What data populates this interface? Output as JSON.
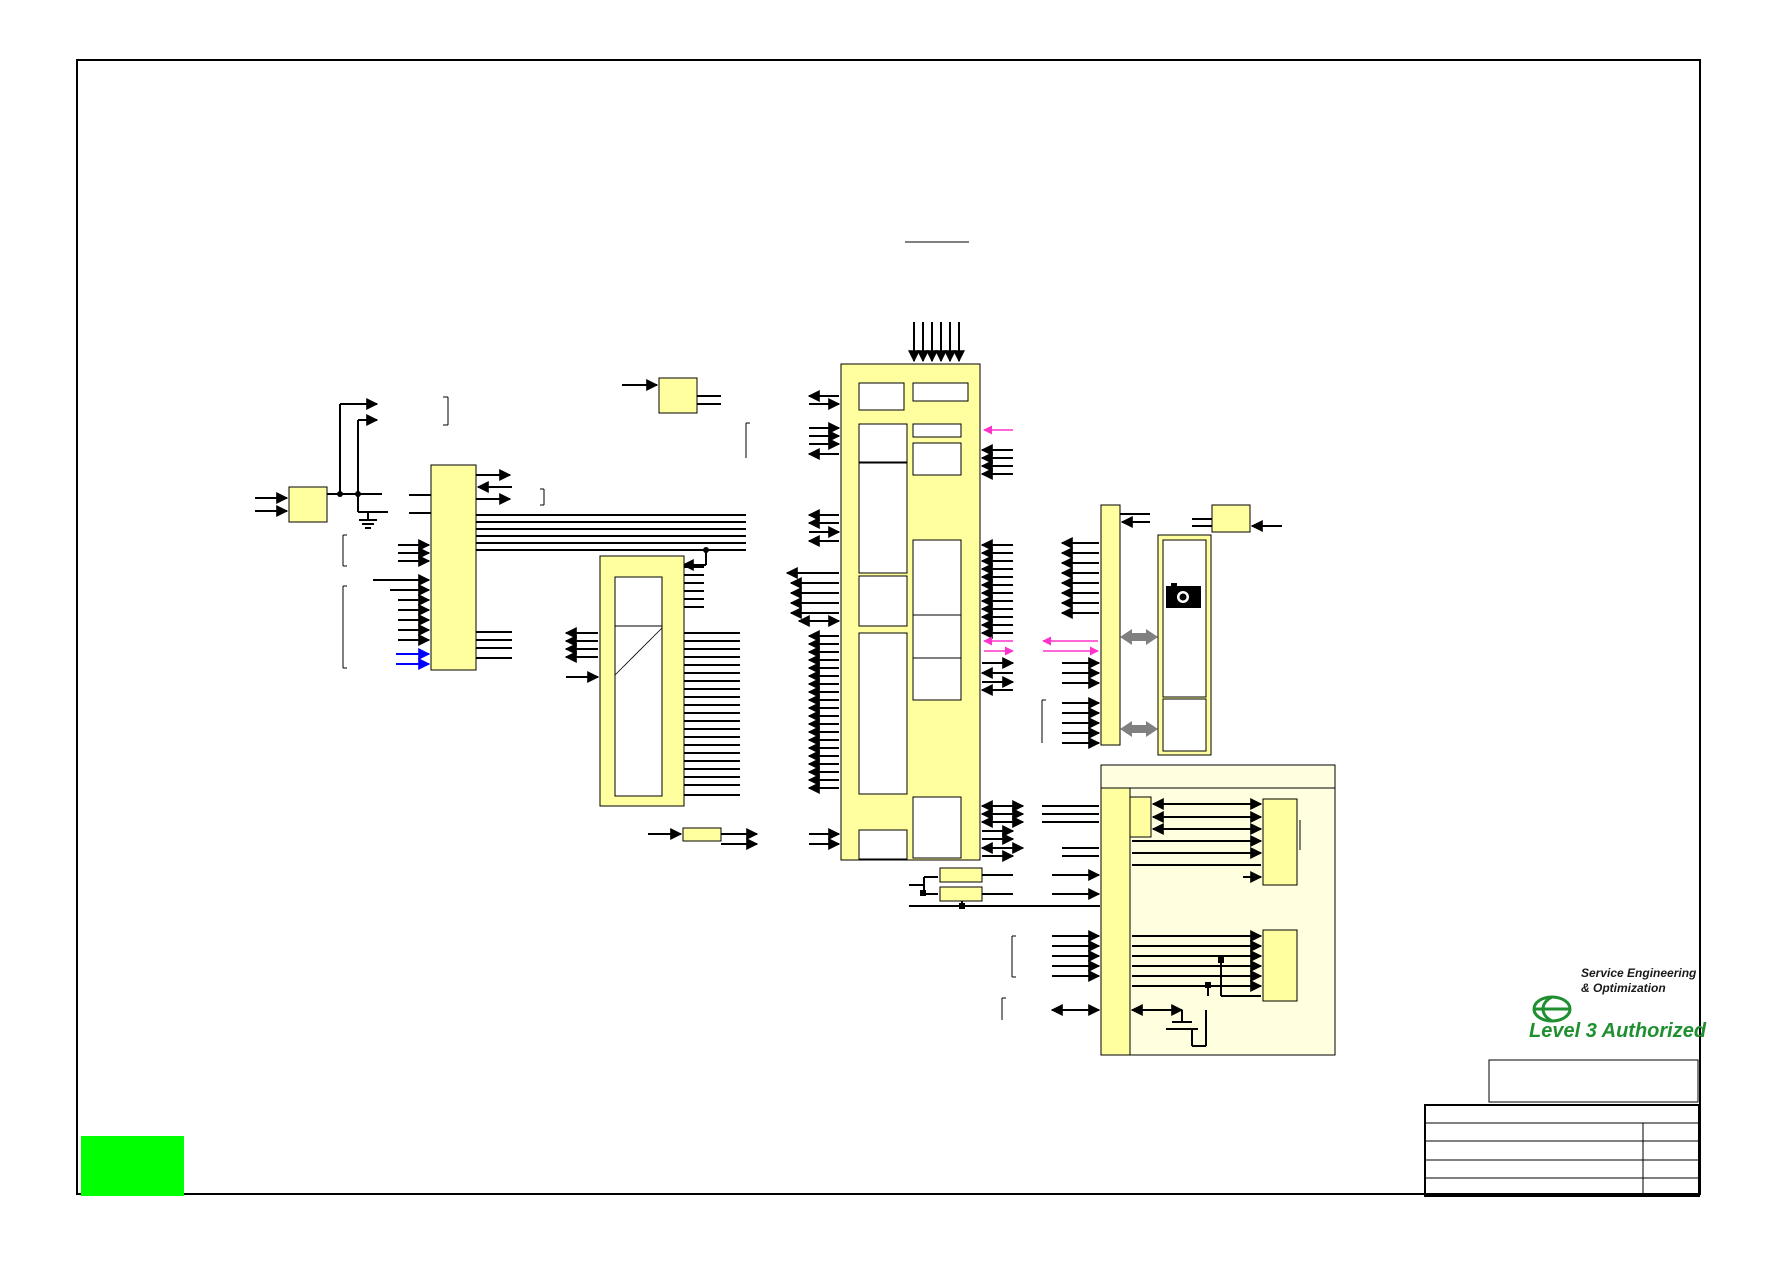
{
  "colors": {
    "block_fill": "#ffffa0",
    "panel_fill": "#ffffe0",
    "wire": "#000000",
    "blue_signal": "#0000ff",
    "magenta_signal": "#ff33cc",
    "bidir_arrow": "#808080",
    "status_box": "#00ff00",
    "logo_green": "#1f8f2f"
  },
  "icons": [
    "camera-icon",
    "globe-logo-icon"
  ],
  "logo": {
    "line1": "Service Engineering",
    "line2": "& Optimization",
    "line3": "Level 3 Authorized"
  }
}
